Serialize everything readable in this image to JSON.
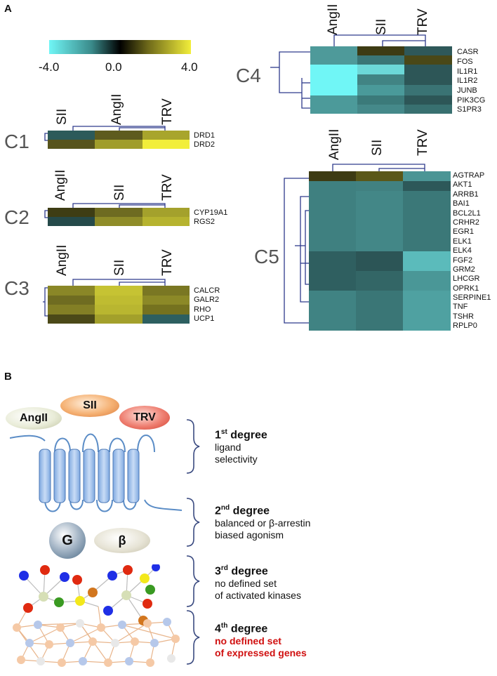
{
  "panelA": {
    "label": "A",
    "colorbar": {
      "ticks": [
        "-4.0",
        "0.0",
        "4.0"
      ]
    },
    "clusters": [
      {
        "name": "C1",
        "columns": [
          "SII",
          "AngII",
          "TRV"
        ],
        "genes": [
          "DRD1",
          "DRD2"
        ]
      },
      {
        "name": "C2",
        "columns": [
          "AngII",
          "SII",
          "TRV"
        ],
        "genes": [
          "CYP19A1",
          "RGS2"
        ]
      },
      {
        "name": "C3",
        "columns": [
          "AngII",
          "SII",
          "TRV"
        ],
        "genes": [
          "CALCR",
          "GALR2",
          "RHO",
          "UCP1"
        ]
      },
      {
        "name": "C4",
        "columns": [
          "AngII",
          "SII",
          "TRV"
        ],
        "genes": [
          "CASR",
          "FOS",
          "IL1R1",
          "IL1R2",
          "JUNB",
          "PIK3CG",
          "S1PR3"
        ]
      },
      {
        "name": "C5",
        "columns": [
          "AngII",
          "SII",
          "TRV"
        ],
        "genes": [
          "AGTRAP",
          "AKT1",
          "ARRB1",
          "BAI1",
          "BCL2L1",
          "CRHR2",
          "EGR1",
          "ELK1",
          "ELK4",
          "FGF2",
          "GRM2",
          "LHCGR",
          "OPRK1",
          "SERPINE1",
          "TNF",
          "TSHR",
          "RPLP0"
        ]
      }
    ]
  },
  "panelB": {
    "label": "B",
    "ligands": [
      "AngII",
      "SII",
      "TRV"
    ],
    "effectors": [
      "G",
      "β"
    ],
    "degrees": [
      {
        "num": "1",
        "sup": "st",
        "word": "degree",
        "lines": [
          "ligand",
          "selectivity"
        ],
        "highlight": false
      },
      {
        "num": "2",
        "sup": "nd",
        "word": "degree",
        "lines": [
          "balanced or β-arrestin",
          "biased agonism"
        ],
        "highlight": false
      },
      {
        "num": "3",
        "sup": "rd",
        "word": "degree",
        "lines": [
          "no defined set",
          "of activated kinases"
        ],
        "highlight": false
      },
      {
        "num": "4",
        "sup": "th",
        "word": "degree",
        "lines": [
          "no defined set",
          "of expressed genes"
        ],
        "highlight": true
      }
    ]
  },
  "colors": {
    "low": "#70f6f6",
    "mid": "#000000",
    "high": "#f2ee3a",
    "dendrogram": "#2e3a8c",
    "red_text": "#d01010"
  }
}
